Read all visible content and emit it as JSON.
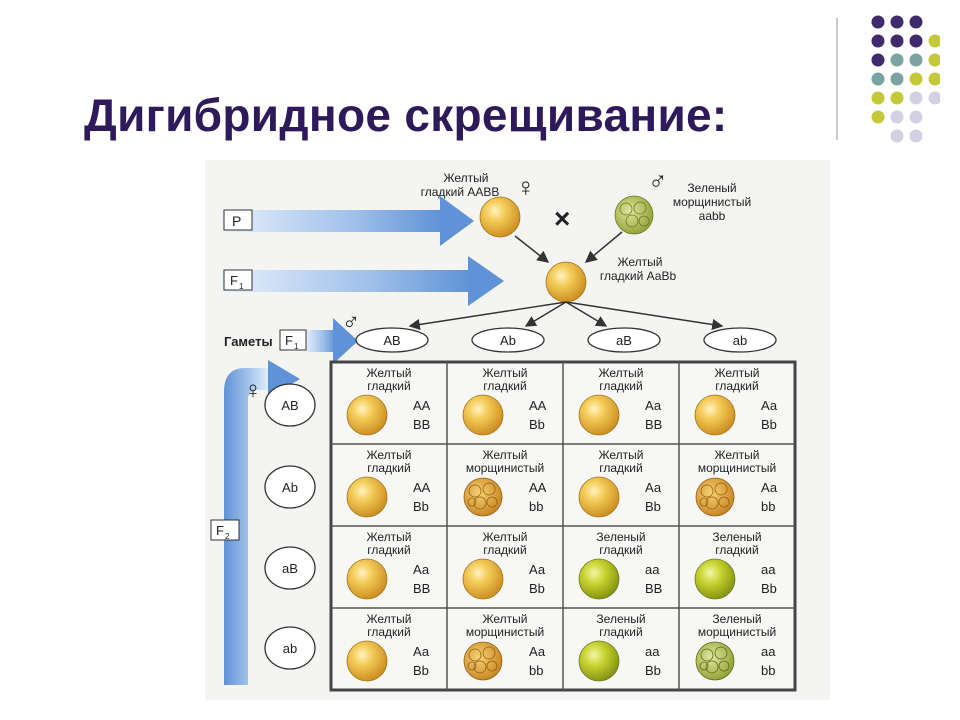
{
  "title": "Дигибридное скрещивание:",
  "colors": {
    "title": "#2e1a5a",
    "dot_purple": "#3f2a6b",
    "dot_teal": "#7aa3a2",
    "dot_olive": "#c4c93a",
    "dot_lavender": "#d4d0e4",
    "arrow_blue": "#6f9fd8",
    "pea_yellow": "#e2ae32",
    "pea_green": "#b6c41e",
    "grid_line": "#555555"
  },
  "labels": {
    "p": "P",
    "f1": "F",
    "f1_sub": "1",
    "f2": "F",
    "f2_sub": "2",
    "gametes": "Гаметы",
    "female_symbol": "♀",
    "male_symbol": "♂",
    "cross_symbol": "×"
  },
  "parents": {
    "female": {
      "line1": "Желтый",
      "line2": "гладкий ААВВ"
    },
    "male": {
      "line1": "Зеленый",
      "line2": "морщинистый",
      "line3": "aabb"
    }
  },
  "f1": {
    "line1": "Желтый",
    "line2": "гладкий АаВb"
  },
  "male_gametes": [
    "АВ",
    "Аb",
    "аВ",
    "аb"
  ],
  "female_gametes": [
    "АВ",
    "Аb",
    "аВ",
    "аb"
  ],
  "grid": [
    [
      {
        "l1": "Желтый",
        "l2": "гладкий",
        "g1": "АА",
        "g2": "ВВ",
        "color": "yellow",
        "shape": "smooth"
      },
      {
        "l1": "Желтый",
        "l2": "гладкий",
        "g1": "АА",
        "g2": "Вb",
        "color": "yellow",
        "shape": "smooth"
      },
      {
        "l1": "Желтый",
        "l2": "гладкий",
        "g1": "Аа",
        "g2": "ВВ",
        "color": "yellow",
        "shape": "smooth"
      },
      {
        "l1": "Желтый",
        "l2": "гладкий",
        "g1": "Аа",
        "g2": "Вb",
        "color": "yellow",
        "shape": "smooth"
      }
    ],
    [
      {
        "l1": "Желтый",
        "l2": "гладкий",
        "g1": "АА",
        "g2": "Вb",
        "color": "yellow",
        "shape": "smooth"
      },
      {
        "l1": "Желтый",
        "l2": "морщинистый",
        "g1": "АА",
        "g2": "bb",
        "color": "yellow",
        "shape": "wrinkled"
      },
      {
        "l1": "Желтый",
        "l2": "гладкий",
        "g1": "Аа",
        "g2": "Вb",
        "color": "yellow",
        "shape": "smooth"
      },
      {
        "l1": "Желтый",
        "l2": "морщинистый",
        "g1": "Аа",
        "g2": "bb",
        "color": "yellow",
        "shape": "wrinkled"
      }
    ],
    [
      {
        "l1": "Желтый",
        "l2": "гладкий",
        "g1": "Аа",
        "g2": "ВВ",
        "color": "yellow",
        "shape": "smooth"
      },
      {
        "l1": "Желтый",
        "l2": "гладкий",
        "g1": "Аа",
        "g2": "Вb",
        "color": "yellow",
        "shape": "smooth"
      },
      {
        "l1": "Зеленый",
        "l2": "гладкий",
        "g1": "аа",
        "g2": "ВВ",
        "color": "green",
        "shape": "smooth"
      },
      {
        "l1": "Зеленый",
        "l2": "гладкий",
        "g1": "аа",
        "g2": "Вb",
        "color": "green",
        "shape": "smooth"
      }
    ],
    [
      {
        "l1": "Желтый",
        "l2": "гладкий",
        "g1": "Аа",
        "g2": "Вb",
        "color": "yellow",
        "shape": "smooth"
      },
      {
        "l1": "Желтый",
        "l2": "морщинистый",
        "g1": "Аа",
        "g2": "bb",
        "color": "yellow",
        "shape": "wrinkled"
      },
      {
        "l1": "Зеленый",
        "l2": "гладкий",
        "g1": "аа",
        "g2": "Вb",
        "color": "green",
        "shape": "smooth"
      },
      {
        "l1": "Зеленый",
        "l2": "морщинистый",
        "g1": "аа",
        "g2": "bb",
        "color": "green",
        "shape": "wrinkled"
      }
    ]
  ]
}
